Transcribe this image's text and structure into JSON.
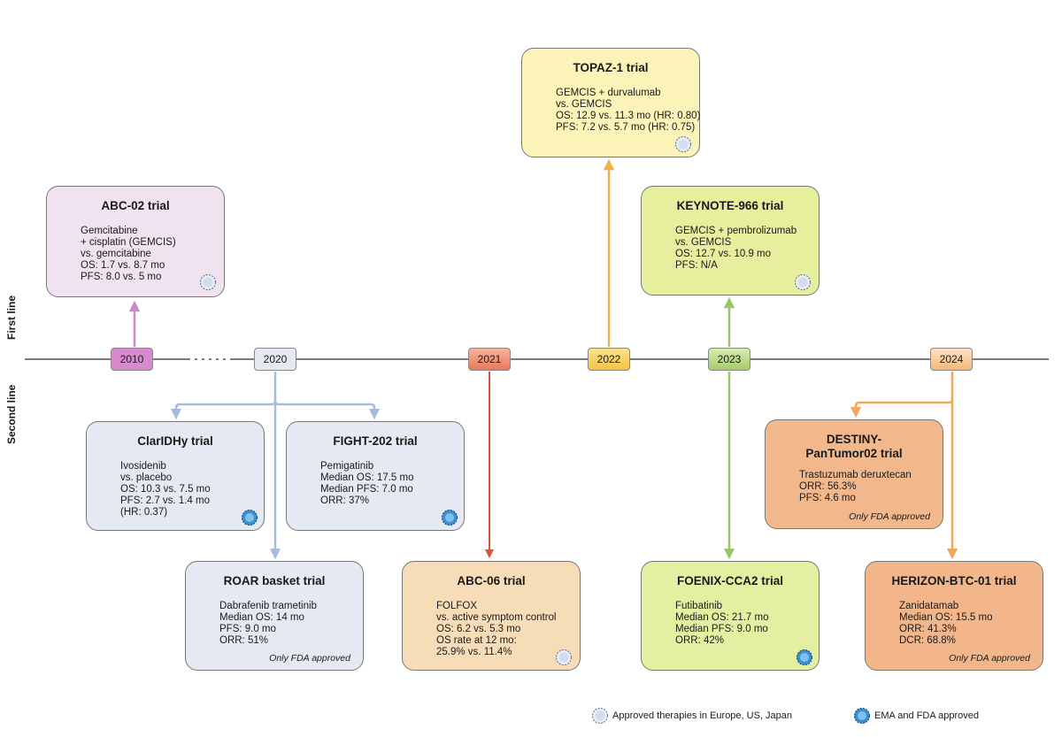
{
  "axis": {
    "first_line": "First line",
    "second_line": "Second line"
  },
  "years": {
    "y2010": "2010",
    "y2020": "2020",
    "y2021": "2021",
    "y2022": "2022",
    "y2023": "2023",
    "y2024": "2024"
  },
  "trials": {
    "abc02": {
      "title": "ABC-02 trial",
      "lines": [
        "Gemcitabine",
        "+ cisplatin (GEMCIS)",
        "vs. gemcitabine",
        "OS: 1.7 vs. 8.7 mo",
        "PFS: 8.0 vs. 5 mo"
      ]
    },
    "topaz1": {
      "title": "TOPAZ-1 trial",
      "lines": [
        "GEMCIS + durvalumab",
        "vs. GEMCIS",
        "OS: 12.9 vs. 11.3 mo (HR: 0.80)",
        "PFS: 7.2 vs. 5.7 mo (HR: 0.75)"
      ]
    },
    "keynote966": {
      "title": "KEYNOTE-966 trial",
      "lines": [
        "GEMCIS + pembrolizumab",
        "vs. GEMCIS",
        "OS: 12.7 vs. 10.9 mo",
        "PFS: N/A"
      ]
    },
    "claridhy": {
      "title": "ClarIDHy trial",
      "lines": [
        "Ivosidenib",
        "vs. placebo",
        "OS: 10.3 vs. 7.5 mo",
        "PFS: 2.7 vs. 1.4 mo",
        "(HR: 0.37)"
      ]
    },
    "fight202": {
      "title": "FIGHT-202 trial",
      "lines": [
        "Pemigatinib",
        "Median OS: 17.5 mo",
        "Median PFS: 7.0 mo",
        "ORR: 37%"
      ]
    },
    "roar": {
      "title": "ROAR basket trial",
      "lines": [
        "Dabrafenib trametinib",
        "Median OS: 14 mo",
        "PFS: 9.0 mo",
        "ORR: 51%"
      ],
      "note": "Only FDA approved"
    },
    "abc06": {
      "title": "ABC-06 trial",
      "lines": [
        "FOLFOX",
        "vs. active symptom control",
        "OS: 6.2 vs. 5.3 mo",
        "OS rate at 12 mo:",
        "25.9% vs. 11.4%"
      ]
    },
    "destiny": {
      "title": "DESTINY-\nPanTumor02 trial",
      "lines": [
        "Trastuzumab deruxtecan",
        "ORR: 56.3%",
        "PFS: 4.6 mo"
      ],
      "note": "Only FDA approved"
    },
    "foenix": {
      "title": "FOENIX-CCA2 trial",
      "lines": [
        "Futibatinib",
        "Median OS: 21.7 mo",
        "Median PFS: 9.0 mo",
        "ORR: 42%"
      ]
    },
    "herizon": {
      "title": "HERIZON-BTC-01 trial",
      "lines": [
        "Zanidatamab",
        "Median OS: 15.5 mo",
        "ORR: 41.3%",
        "DCR: 68.8%"
      ],
      "note": "Only FDA approved"
    }
  },
  "legend": {
    "approved_regions": "Approved therapies in Europe, US, Japan",
    "ema_fda": "EMA and FDA approved"
  },
  "colors": {
    "c2010": "#d78ad0",
    "c2020": "#b9c7e6",
    "c2021": "#e8795c",
    "c2022": "#f5c342",
    "c2023": "#a6cc6a",
    "c2024": "#f5b878",
    "abc02_fill": "#f0e2ef",
    "topaz_fill": "#fbf3b8",
    "keynote_fill": "#e6ef9e",
    "claridhy_fill": "#e4e9f4",
    "abc06_fill": "#f6ddb8",
    "destiny_fill": "#f2b88b",
    "foenix_fill": "#e4efa2",
    "herizon_fill": "#f2b68a"
  }
}
